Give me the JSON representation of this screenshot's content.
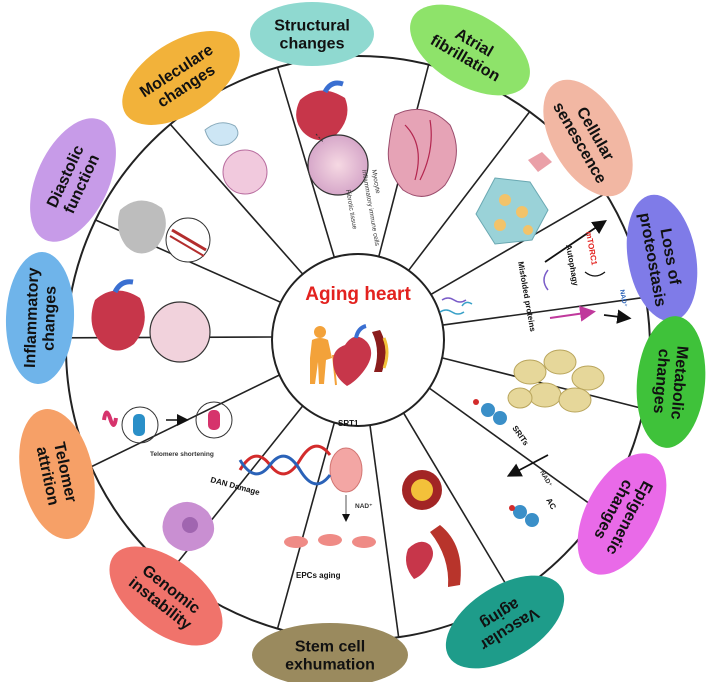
{
  "center": {
    "title": "Aging heart",
    "title_color": "#e3221f"
  },
  "hallmarks": [
    {
      "key": "structural",
      "lines": [
        "Structural",
        "changes"
      ],
      "color": "#8fd9d0"
    },
    {
      "key": "atrial",
      "lines": [
        "Atrial",
        "fibrillation"
      ],
      "color": "#8ee36a"
    },
    {
      "key": "senescence",
      "lines": [
        "Cellular",
        "senescence"
      ],
      "color": "#f2b7a3"
    },
    {
      "key": "proteostasis",
      "lines": [
        "Loss of",
        "proteostasis"
      ],
      "color": "#7f7be8"
    },
    {
      "key": "metabolic",
      "lines": [
        "Metabolic",
        "changes"
      ],
      "color": "#3fc23a"
    },
    {
      "key": "epigenetic",
      "lines": [
        "Epigenetic",
        "changes"
      ],
      "color": "#e96ae8"
    },
    {
      "key": "vascular",
      "lines": [
        "Vascular",
        "aging"
      ],
      "color": "#1e9c8a"
    },
    {
      "key": "stemcell",
      "lines": [
        "Stem cell",
        "exhumation"
      ],
      "color": "#9a8a5e"
    },
    {
      "key": "genomic",
      "lines": [
        "Genomic",
        "instability"
      ],
      "color": "#f0736b"
    },
    {
      "key": "telomer",
      "lines": [
        "Telomer",
        "attrition"
      ],
      "color": "#f6a067"
    },
    {
      "key": "inflammatory",
      "lines": [
        "Inflammatory",
        "changes"
      ],
      "color": "#6fb4ea"
    },
    {
      "key": "diastolic",
      "lines": [
        "Diastolic",
        "function"
      ],
      "color": "#c79be8"
    },
    {
      "key": "moleculare",
      "lines": [
        "Moleculare",
        "changes"
      ],
      "color": "#f2b23a"
    }
  ],
  "annotations": {
    "myocyte": "Myocyte",
    "inflammatory_cells": "Inflammatory immune cells",
    "fibrotic_tissue": "Fibrotic tissue",
    "mtorc1": "mTORC1",
    "autophagy": "Autophagy",
    "misfolded": "Misfolded proteins",
    "nad_proteo": "NAD⁺",
    "srits": "SRITs",
    "nad_epi": "NAD⁺",
    "ac": "AC",
    "srt1": "SRT1",
    "nad_stem": "NAD⁺",
    "epcs": "EPCs aging",
    "dan_damage": "DAN Damage",
    "telomere_shortening": "Telomere shortening"
  }
}
